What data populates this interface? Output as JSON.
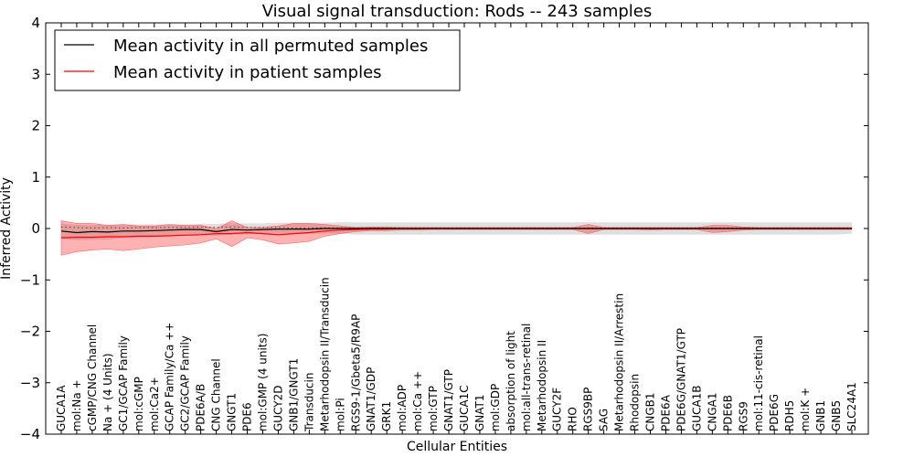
{
  "chart_data": {
    "type": "line",
    "title": "Visual signal transduction: Rods -- 243 samples",
    "xlabel": "Cellular Entities",
    "ylabel": "Inferred Activity",
    "ylim": [
      -4,
      4
    ],
    "yticks": [
      4,
      3,
      2,
      1,
      0,
      -1,
      -2,
      -3,
      -4
    ],
    "ytick_labels": [
      "4",
      "3",
      "2",
      "1",
      "0",
      "−1",
      "−2",
      "−3",
      "−4"
    ],
    "grid": false,
    "legend_position": "top-left",
    "categories": [
      "GUCA1A",
      "mol:Na +",
      "cGMP/CNG Channel",
      "Na + (4 Units)",
      "GC1/GCAP Family",
      "mol:cGMP",
      "mol:Ca2+",
      "GCAP Family/Ca ++",
      "GC2/GCAP Family",
      "PDE6A/B",
      "CNG Channel",
      "GNGT1",
      "PDE6",
      "mol:GMP (4 units)",
      "GUCY2D",
      "GNB1/GNGT1",
      "Transducin",
      "Metarhodopsin II/Transducin",
      "mol:Pi",
      "RGS9-1/Gbeta5/R9AP",
      "GNAT1/GDP",
      "GRK1",
      "mol:ADP",
      "mol:Ca ++",
      "mol:GTP",
      "GNAT1/GTP",
      "GUCA1C",
      "GNAT1",
      "mol:GDP",
      "absorption of light",
      "mol:all-trans-retinal",
      "Metarhodopsin II",
      "GUCY2F",
      "RHO",
      "RGS9BP",
      "SAG",
      "Metarhodopsin II/Arrestin",
      "Rhodopsin",
      "CNGB1",
      "PDE6A",
      "PDE6G/GNAT1/GTP",
      "GUCA1B",
      "CNGA1",
      "PDE6B",
      "RGS9",
      "mol:11-cis-retinal",
      "PDE6G",
      "RDH5",
      "mol:K +",
      "GNB1",
      "GNB5",
      "SLC24A1"
    ],
    "series": [
      {
        "name": "Mean activity in all permuted samples",
        "color": "#000000",
        "style": "solid",
        "values": [
          -0.05,
          -0.08,
          -0.06,
          -0.07,
          -0.05,
          -0.05,
          -0.04,
          -0.03,
          -0.02,
          -0.02,
          -0.06,
          -0.02,
          -0.03,
          -0.02,
          -0.01,
          -0.01,
          -0.01,
          0,
          0,
          0,
          0,
          0,
          0,
          0,
          0,
          0,
          0,
          0,
          0,
          0,
          0,
          0,
          0,
          0,
          0,
          0,
          0,
          0,
          0,
          0,
          0,
          0,
          0,
          0,
          0,
          0,
          0,
          0,
          0,
          0,
          0,
          0
        ],
        "band_upper": [
          0.1,
          0.07,
          0.07,
          0.08,
          0.08,
          0.08,
          0.08,
          0.08,
          0.08,
          0.09,
          0.09,
          0.1,
          0.1,
          0.1,
          0.11,
          0.11,
          0.11,
          0.11,
          0.12,
          0.12,
          0.12,
          0.12,
          0.12,
          0.12,
          0.12,
          0.12,
          0.12,
          0.12,
          0.12,
          0.12,
          0.12,
          0.12,
          0.12,
          0.12,
          0.12,
          0.12,
          0.12,
          0.12,
          0.12,
          0.12,
          0.12,
          0.12,
          0.12,
          0.12,
          0.12,
          0.12,
          0.12,
          0.12,
          0.12,
          0.12,
          0.12,
          0.12
        ],
        "band_lower": [
          -0.2,
          -0.23,
          -0.22,
          -0.22,
          -0.18,
          -0.18,
          -0.16,
          -0.14,
          -0.13,
          -0.12,
          -0.14,
          -0.12,
          -0.12,
          -0.1,
          -0.1,
          -0.1,
          -0.1,
          -0.1,
          -0.1,
          -0.12,
          -0.12,
          -0.12,
          -0.12,
          -0.12,
          -0.12,
          -0.12,
          -0.12,
          -0.12,
          -0.12,
          -0.12,
          -0.12,
          -0.12,
          -0.12,
          -0.12,
          -0.12,
          -0.12,
          -0.12,
          -0.12,
          -0.12,
          -0.12,
          -0.12,
          -0.12,
          -0.12,
          -0.12,
          -0.12,
          -0.12,
          -0.12,
          -0.12,
          -0.12,
          -0.12,
          -0.12,
          -0.1
        ]
      },
      {
        "name": "Mean activity in patient samples",
        "color": "#ff0000",
        "style": "solid",
        "values": [
          -0.18,
          -0.17,
          -0.17,
          -0.16,
          -0.16,
          -0.15,
          -0.15,
          -0.14,
          -0.13,
          -0.12,
          -0.1,
          -0.1,
          -0.08,
          -0.1,
          -0.12,
          -0.1,
          -0.08,
          -0.05,
          -0.03,
          -0.02,
          -0.01,
          -0.01,
          0,
          0,
          0,
          0,
          0,
          0,
          0,
          0,
          0,
          0,
          0,
          0,
          0,
          0,
          0,
          0,
          0,
          0,
          0,
          0,
          0,
          0,
          0,
          0,
          0,
          0,
          0,
          0,
          0,
          0
        ],
        "band_upper": [
          0.15,
          0.1,
          0.1,
          0.06,
          0.08,
          0.05,
          0.05,
          0.08,
          0.06,
          0.06,
          0.0,
          0.15,
          0.02,
          0.02,
          0.05,
          0.1,
          0.1,
          0.08,
          0.05,
          0.02,
          0.03,
          0.03,
          0.02,
          0.02,
          0.02,
          0.02,
          0.02,
          0.02,
          0.02,
          0.02,
          0.02,
          0.02,
          0.02,
          0.02,
          0.08,
          0.02,
          0.02,
          0.02,
          0.02,
          0.02,
          0.02,
          0.02,
          0.06,
          0.06,
          0.03,
          0.02,
          0.02,
          0.02,
          0.02,
          0.02,
          0.02,
          0.02
        ],
        "band_lower": [
          -0.52,
          -0.45,
          -0.42,
          -0.4,
          -0.43,
          -0.4,
          -0.36,
          -0.34,
          -0.32,
          -0.28,
          -0.2,
          -0.35,
          -0.18,
          -0.22,
          -0.3,
          -0.28,
          -0.25,
          -0.15,
          -0.1,
          -0.06,
          -0.04,
          -0.04,
          -0.03,
          -0.03,
          -0.02,
          -0.02,
          -0.02,
          -0.02,
          -0.02,
          -0.02,
          -0.02,
          -0.02,
          -0.02,
          -0.02,
          -0.1,
          -0.02,
          -0.02,
          -0.02,
          -0.03,
          -0.02,
          -0.02,
          -0.02,
          -0.08,
          -0.06,
          -0.03,
          -0.02,
          -0.02,
          -0.02,
          -0.02,
          -0.02,
          -0.02,
          -0.02
        ]
      }
    ],
    "reference_dotted_values": [
      0.03,
      0.02,
      0.01,
      0.02,
      0.01,
      0.02,
      0.02,
      0.02,
      0.02,
      0.03,
      0.02,
      0.03,
      0.02,
      0.02,
      0.02,
      0.01,
      0.01,
      0.01,
      0.01,
      0.01,
      0.01,
      0.01,
      0.01,
      0.01,
      0.01,
      0.01,
      0.01,
      0.01,
      0.01,
      0.01,
      0.01,
      0.01,
      0.01,
      0.01,
      0.01,
      0.01,
      0.01,
      0.01,
      0.01,
      0.01,
      0.01,
      0.01,
      0.01,
      0.01,
      0.01,
      0.01,
      0.01,
      0.01,
      0.01,
      0.01,
      0.01,
      0.01
    ]
  }
}
